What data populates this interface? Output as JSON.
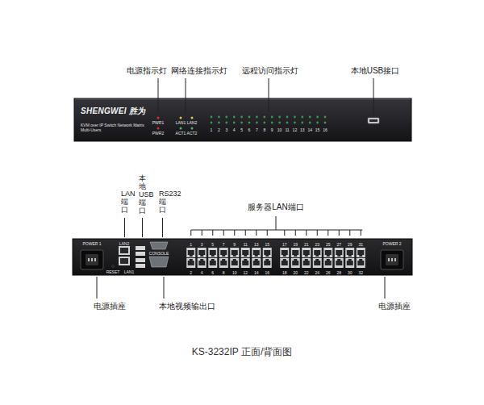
{
  "diagram": {
    "caption": "KS-3232IP 正面/背面图",
    "nodes": [
      {
        "text": [
          "SHENGWEI 胜为",
          "KVM over IP Switch Network Matrix Multi-Users"
        ]
      }
    ],
    "labels": [
      "电源指示灯",
      "网络连接指示灯",
      "远程访问指示灯",
      "本地USB接口",
      "PWR1",
      "PWR2",
      "LAN1",
      "LAN2",
      "ACT1",
      "ACT2",
      "1",
      "2",
      "3",
      "4",
      "5",
      "6",
      "7",
      "8",
      "9",
      "10",
      "11",
      "12",
      "13",
      "14",
      "15",
      "16",
      "LAN端口",
      "本地USB端口",
      "RS232端口",
      "服务器LAN端口",
      "POWER 1",
      "LAN2",
      "LAN1",
      "RESET",
      "CONSOLE",
      "1",
      "3",
      "5",
      "7",
      "9",
      "11",
      "13",
      "15",
      "17",
      "19",
      "21",
      "23",
      "25",
      "27",
      "29",
      "31",
      "2",
      "4",
      "6",
      "8",
      "10",
      "12",
      "14",
      "16",
      "18",
      "20",
      "22",
      "24",
      "26",
      "28",
      "30",
      "32",
      "POWER 2",
      "电源插座",
      "本地视频输出口",
      "电源插座"
    ]
  }
}
